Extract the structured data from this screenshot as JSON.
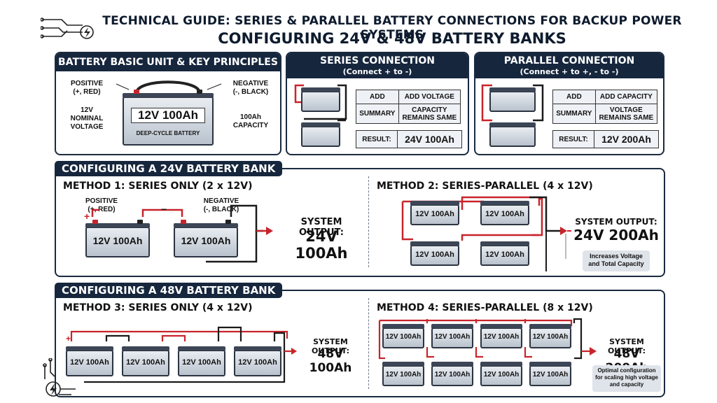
{
  "header": {
    "title_line1": "TECHNICAL GUIDE: SERIES & PARALLEL BATTERY CONNECTIONS FOR BACKUP POWER SYSTEMS",
    "title_line2": "CONFIGURING 24V & 48V BATTERY BANKS"
  },
  "basic": {
    "heading": "BATTERY BASIC UNIT & KEY PRINCIPLES",
    "positive": "POSITIVE\n(+, RED)",
    "negative": "NEGATIVE\n(-, BLACK)",
    "nominal": "12V\nNOMINAL\nVOLTAGE",
    "capacity": "100Ah\nCAPACITY",
    "battery_label": "12V 100Ah",
    "battery_sub": "DEEP-CYCLE BATTERY"
  },
  "series": {
    "heading": "SERIES CONNECTION",
    "sub": "(Connect + to -)",
    "row1_key": "ADD",
    "row1_val": "ADD VOLTAGE",
    "row2_key": "SUMMARY",
    "row2_val": "CAPACITY\nREMAINS SAME",
    "result_key": "RESULT:",
    "result_val": "24V 100Ah"
  },
  "parallel": {
    "heading": "PARALLEL CONNECTION",
    "sub": "(Connect + to +, - to -)",
    "row1_key": "ADD",
    "row1_val": "ADD CAPACITY",
    "row2_key": "SUMMARY",
    "row2_val": "VOLTAGE\nREMAINS SAME",
    "result_key": "RESULT:",
    "result_val": "12V 200Ah"
  },
  "bank24": {
    "heading": "CONFIGURING A 24V BATTERY BANK",
    "m1_title": "METHOD 1: SERIES ONLY (2 x 12V)",
    "m1_positive": "POSITIVE\n(+, RED)",
    "m1_negative": "NEGATIVE\n(-, BLACK)",
    "m1_battery": "12V 100Ah",
    "m1_output_label": "SYSTEM OUTPUT:",
    "m1_output_value": "24V 100Ah",
    "m2_title": "METHOD 2: SERIES-PARALLEL (4 x 12V)",
    "m2_battery": "12V 100Ah",
    "m2_output_label": "SYSTEM OUTPUT:",
    "m2_output_value": "24V 200Ah",
    "m2_note": "Increases Voltage\nand Total Capacity"
  },
  "bank48": {
    "heading": "CONFIGURING A 48V BATTERY BANK",
    "m3_title": "METHOD 3: SERIES ONLY (4 x 12V)",
    "m3_battery": "12V 100Ah",
    "m3_output_label": "SYSTEM OUTPUT:",
    "m3_output_value": "48V 100Ah",
    "m4_title": "METHOD 4: SERIES-PARALLEL (8 x 12V)",
    "m4_battery": "12V 100Ah",
    "m4_output_label": "SYSTEM OUTPUT:",
    "m4_output_value": "48V 200Ah",
    "m4_note": "Optimal configuration\nfor scaling high voltage\nand capacity"
  },
  "colors": {
    "navy": "#16263d",
    "red": "#c8242b",
    "black": "#1a1a1a"
  },
  "icons": [
    "circuit-lightning-icon"
  ]
}
